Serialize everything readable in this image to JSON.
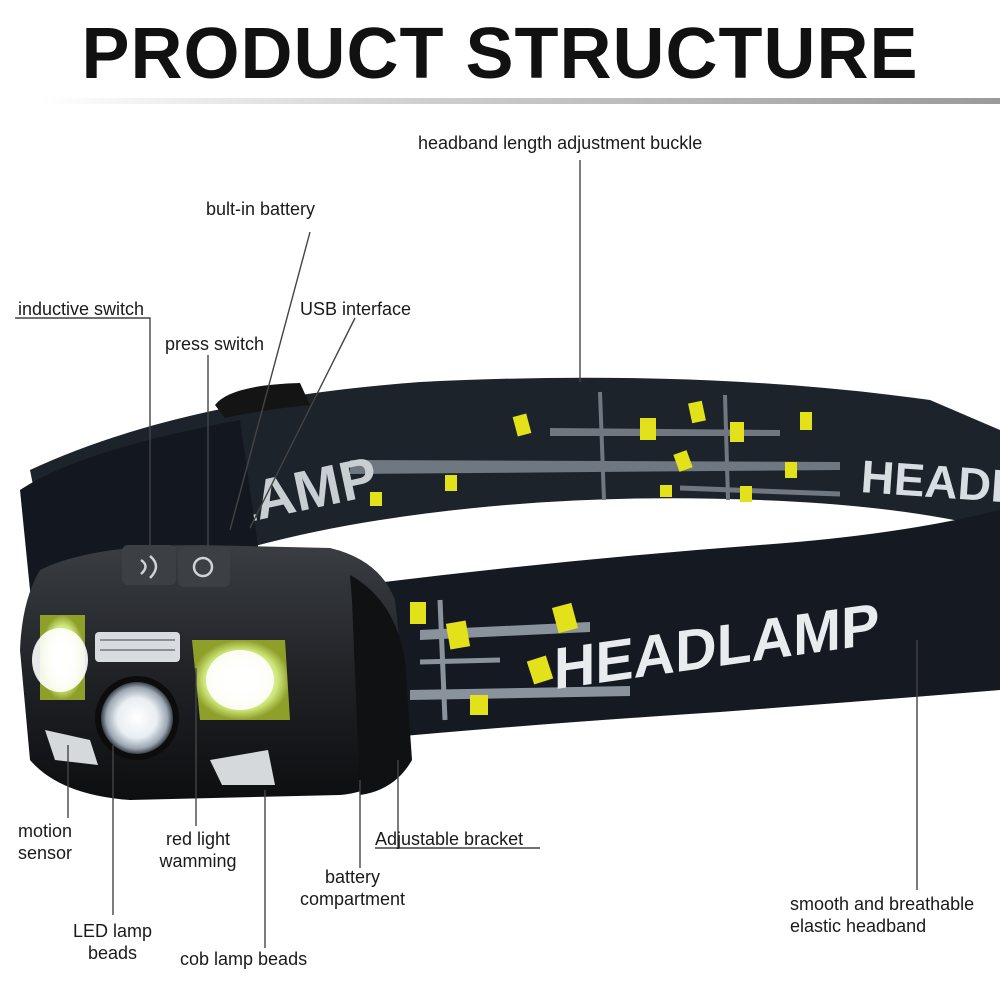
{
  "title": "PRODUCT STRUCTURE",
  "band_text": "HEADLAMP",
  "labels": {
    "headband_buckle": "headband length adjustment buckle",
    "builtin_battery": "bult-in battery",
    "inductive_switch": "inductive switch",
    "usb_interface": "USB interface",
    "press_switch": "press switch",
    "motion_sensor": [
      "motion",
      "sensor"
    ],
    "red_light": [
      "red light",
      "wamming"
    ],
    "adjustable_bracket": "Adjustable bracket",
    "battery_compartment": [
      "battery",
      "compartment"
    ],
    "smooth_headband": [
      "smooth and breathable",
      "elastic headband"
    ],
    "led_beads": [
      "LED lamp",
      "beads"
    ],
    "cob_beads": "cob lamp beads"
  },
  "colors": {
    "band": "#151a22",
    "accent": "#e3e21a",
    "stripe": "#9aa3ad",
    "lamp_body": "#1c1e21",
    "light": "#ffffff"
  }
}
